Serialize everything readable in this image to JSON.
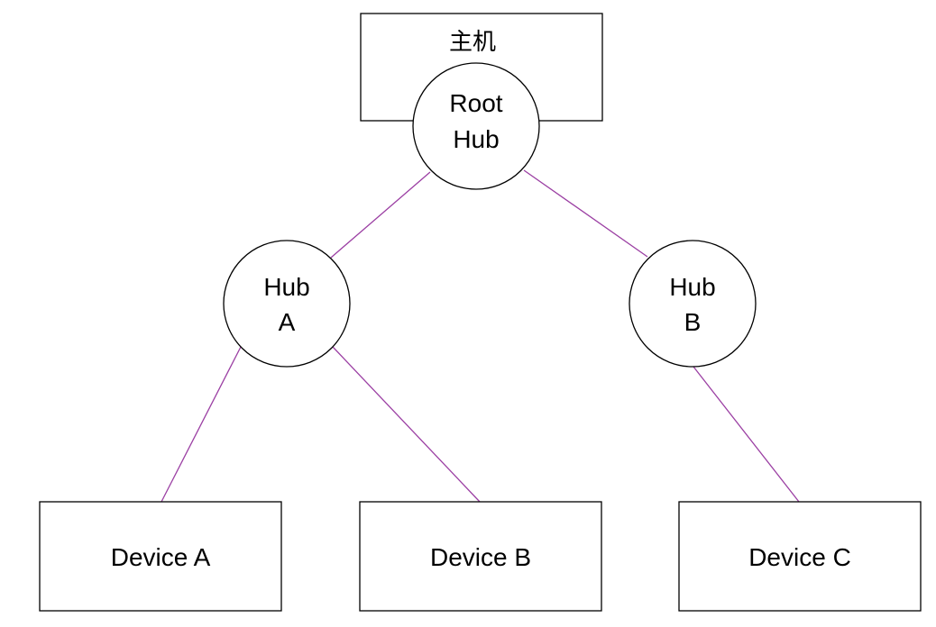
{
  "diagram": {
    "host": {
      "label": "主机"
    },
    "root_hub": {
      "line1": "Root",
      "line2": "Hub"
    },
    "hub_a": {
      "line1": "Hub",
      "line2": "A"
    },
    "hub_b": {
      "line1": "Hub",
      "line2": "B"
    },
    "devices": [
      {
        "label": "Device A"
      },
      {
        "label": "Device B"
      },
      {
        "label": "Device C"
      }
    ],
    "link_color": "#9b3fa3"
  }
}
